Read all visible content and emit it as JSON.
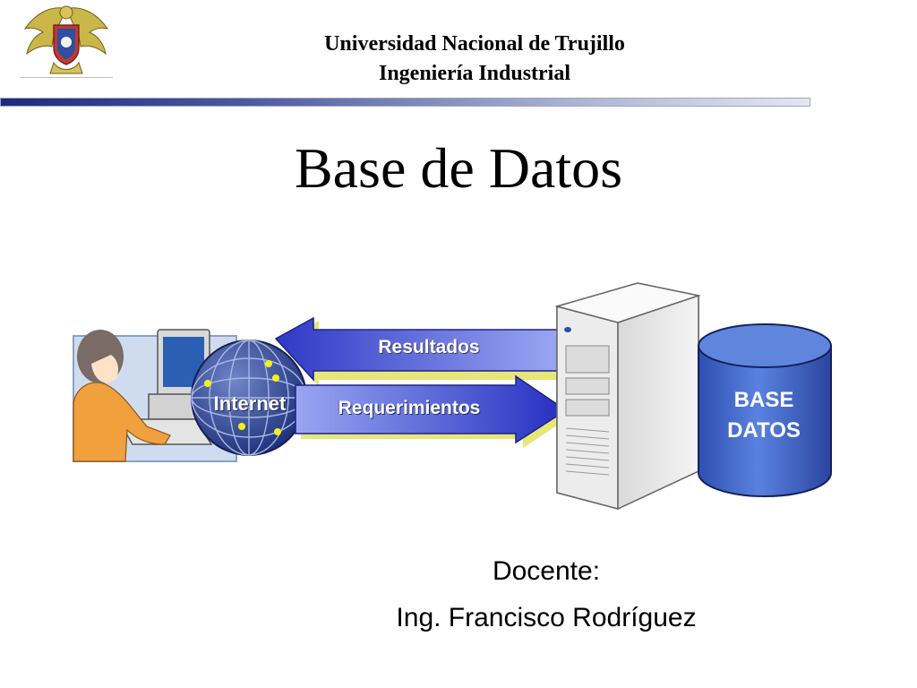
{
  "header": {
    "university": "Universidad Nacional de Trujillo",
    "department": "Ingeniería Industrial"
  },
  "title": "Base de Datos",
  "diagram": {
    "arrow_top_label": "Resultados",
    "arrow_bottom_label": "Requerimientos",
    "globe_label": "Internet",
    "database_label_line1": "BASE",
    "database_label_line2": "DATOS"
  },
  "footer": {
    "docente_label": "Docente:",
    "docente_name": "Ing. Francisco Rodríguez"
  },
  "colors": {
    "header_bar_dark": "#1b2c7e",
    "header_bar_light": "#e4e7f1",
    "arrow_fill": "#4a5ae0",
    "arrow_shadow": "#e6e67a",
    "database_fill": "#3f63c9"
  }
}
